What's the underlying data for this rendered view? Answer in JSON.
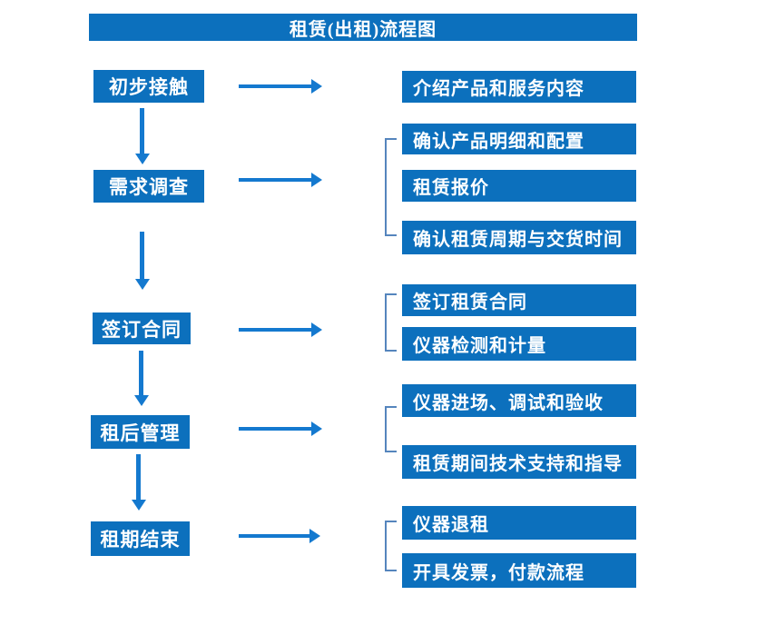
{
  "title": "租赁(出租)流程图",
  "colors": {
    "box": "#0c70bd",
    "arrow": "#1479cf",
    "bracket": "#5585bd",
    "text_on_box": "#ffffff",
    "background": "#ffffff"
  },
  "steps": [
    {
      "label": "初步接触",
      "details": [
        "介绍产品和服务内容"
      ]
    },
    {
      "label": "需求调查",
      "details": [
        "确认产品明细和配置",
        "租赁报价",
        "确认租赁周期与交货时间"
      ]
    },
    {
      "label": "签订合同",
      "details": [
        "签订租赁合同",
        "仪器检测和计量"
      ]
    },
    {
      "label": "租后管理",
      "details": [
        "仪器进场、调试和验收",
        "租赁期间技术支持和指导"
      ]
    },
    {
      "label": "租期结束",
      "details": [
        "仪器退租",
        "开具发票，付款流程"
      ]
    }
  ]
}
